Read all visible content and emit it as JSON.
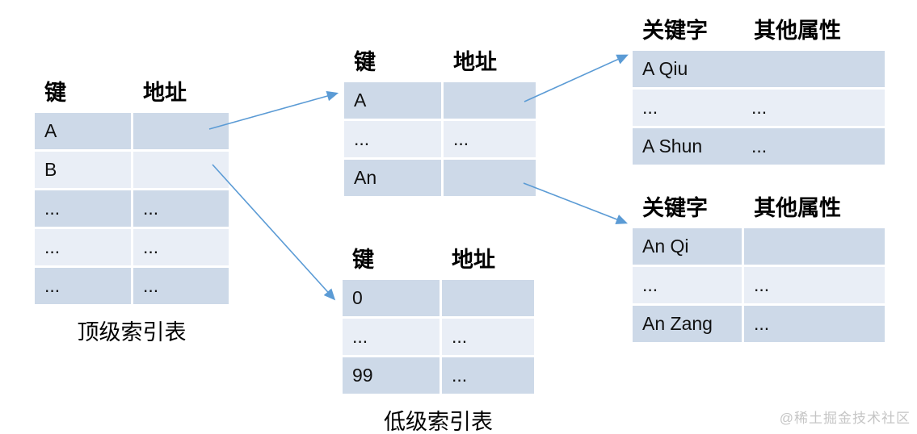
{
  "diagram": {
    "tables": {
      "top_level_index": {
        "caption": "顶级索引表",
        "headers": [
          "键",
          "地址"
        ],
        "rows": [
          [
            "A",
            ""
          ],
          [
            "B",
            ""
          ],
          [
            "...",
            "..."
          ],
          [
            "...",
            "..."
          ],
          [
            "...",
            "..."
          ]
        ]
      },
      "mid_level_index": {
        "headers": [
          "键",
          "地址"
        ],
        "rows": [
          [
            "A",
            ""
          ],
          [
            "...",
            "..."
          ],
          [
            "An",
            ""
          ]
        ]
      },
      "low_level_index": {
        "caption": "低级索引表",
        "headers": [
          "键",
          "地址"
        ],
        "rows": [
          [
            "0",
            ""
          ],
          [
            "...",
            "..."
          ],
          [
            "99",
            "..."
          ]
        ]
      },
      "data_block_a": {
        "headers": [
          "关键字",
          "其他属性"
        ],
        "rows": [
          [
            "A Qiu",
            ""
          ],
          [
            "...",
            "..."
          ],
          [
            "A Shun",
            "..."
          ]
        ]
      },
      "data_block_an": {
        "headers": [
          "关键字",
          "其他属性"
        ],
        "rows": [
          [
            "An Qi",
            ""
          ],
          [
            "...",
            "..."
          ],
          [
            "An Zang",
            "..."
          ]
        ]
      }
    },
    "arrows": [
      {
        "name": "top-A-to-mid-table",
        "from": "top_level_index row A",
        "to": "mid_level_index"
      },
      {
        "name": "top-B-to-low-table",
        "from": "top_level_index row B",
        "to": "low_level_index"
      },
      {
        "name": "mid-A-to-data-block-a",
        "from": "mid_level_index row A",
        "to": "data_block_a"
      },
      {
        "name": "mid-An-to-data-block-an",
        "from": "mid_level_index row An",
        "to": "data_block_an"
      }
    ],
    "watermark": "@稀土掘金技术社区",
    "colors": {
      "row_dark": "#cdd9e8",
      "row_light": "#e9eef6",
      "arrow": "#5b9bd5",
      "header_text": "#000000",
      "watermark_text": "#c5c5c5"
    }
  }
}
